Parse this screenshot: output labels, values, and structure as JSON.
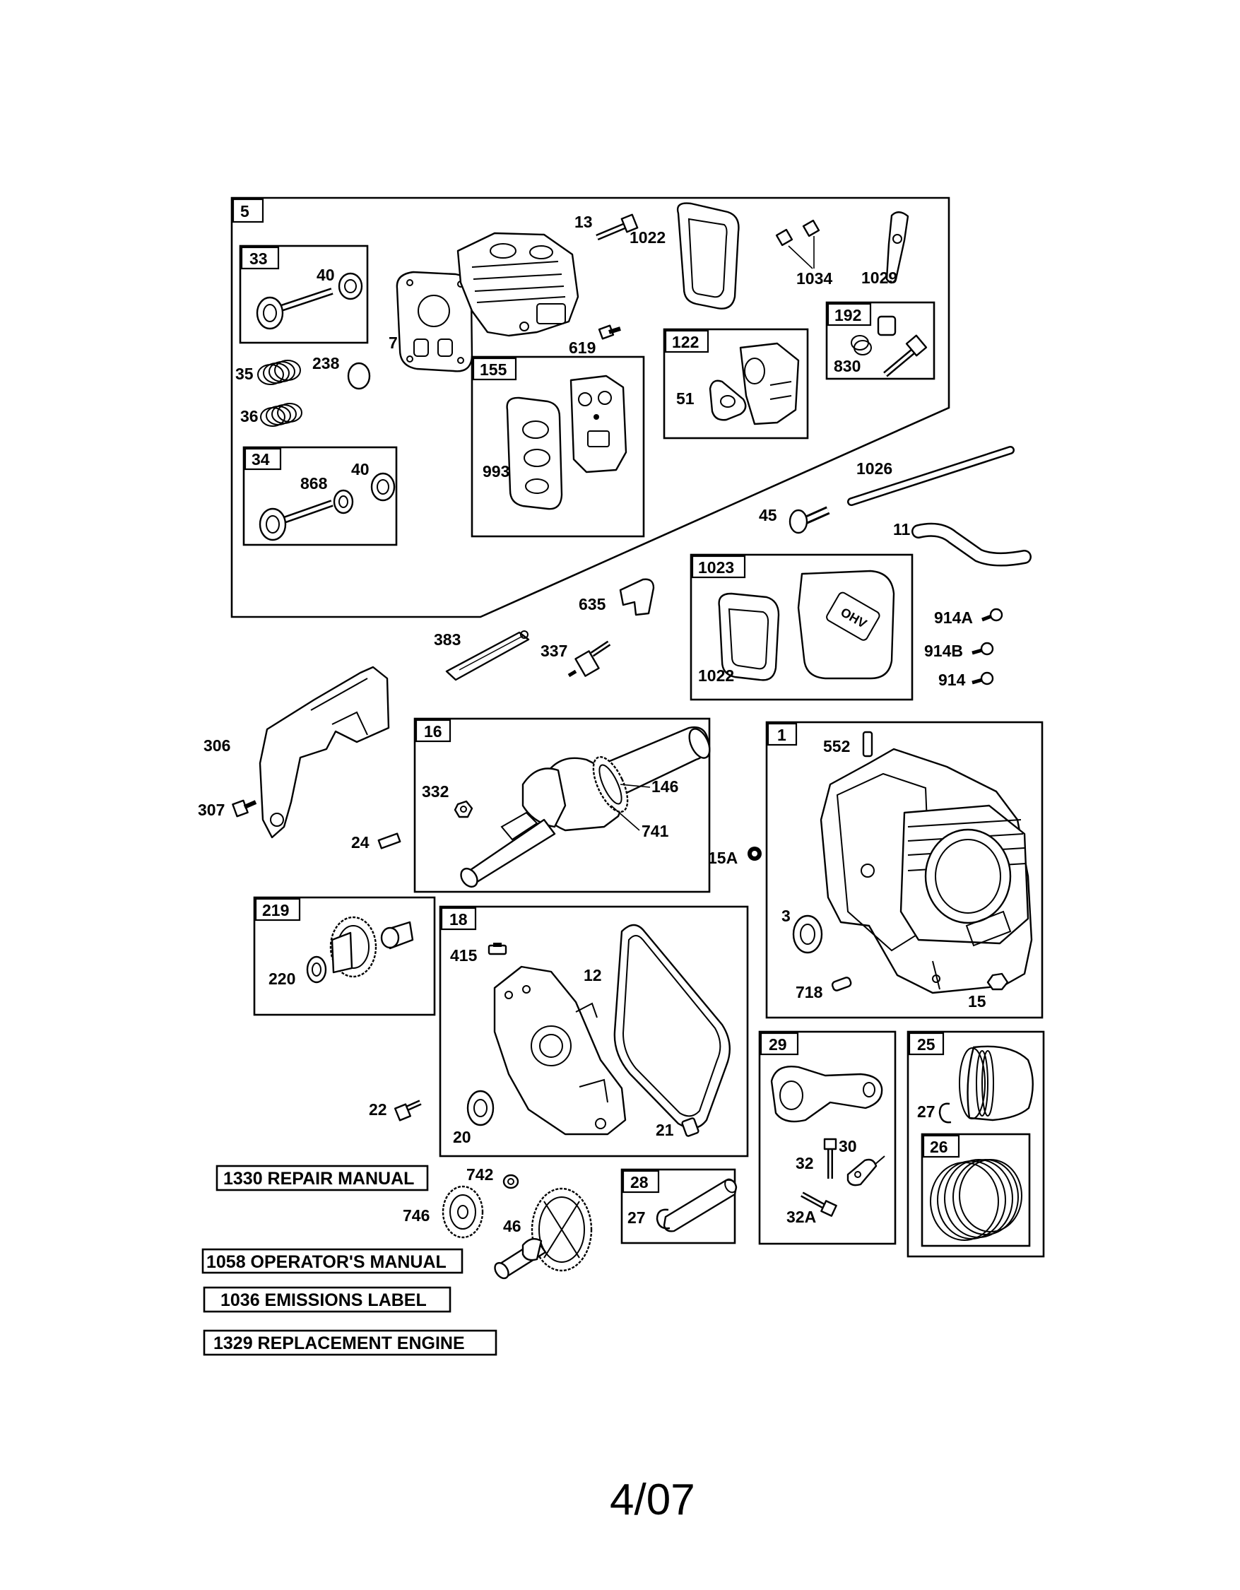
{
  "footer": {
    "code": "4/07"
  },
  "manuals": [
    {
      "id": "repair",
      "label": "1330 REPAIR MANUAL"
    },
    {
      "id": "operators",
      "label": "1058 OPERATOR'S MANUAL"
    },
    {
      "id": "emissions",
      "label": "1036 EMISSIONS LABEL"
    },
    {
      "id": "engine",
      "label": "1329 REPLACEMENT ENGINE"
    }
  ],
  "assemblies": {
    "a5": "5",
    "a33": "33",
    "a34": "34",
    "a155": "155",
    "a122": "122",
    "a192": "192",
    "a1023": "1023",
    "a16": "16",
    "a1": "1",
    "a219": "219",
    "a18": "18",
    "a29": "29",
    "a25": "25",
    "a26": "26",
    "a28": "28"
  },
  "parts": {
    "p13": "13",
    "p1022a": "1022",
    "p1034": "1034",
    "p1029": "1029",
    "p40a": "40",
    "p7": "7",
    "p619": "619",
    "p830": "830",
    "p51": "51",
    "p35": "35",
    "p238": "238",
    "p36": "36",
    "p993": "993",
    "p868": "868",
    "p40b": "40",
    "p1026": "1026",
    "p45": "45",
    "p11": "11",
    "p635": "635",
    "p383": "383",
    "p337": "337",
    "p1022b": "1022",
    "p914A": "914A",
    "p914B": "914B",
    "p914": "914",
    "p306": "306",
    "p307": "307",
    "p332": "332",
    "p146": "146",
    "p741": "741",
    "p24": "24",
    "p15A": "15A",
    "p552": "552",
    "p3": "3",
    "p718": "718",
    "p15": "15",
    "p415": "415",
    "p12": "12",
    "p220": "220",
    "p22": "22",
    "p20": "20",
    "p21": "21",
    "p27a": "27",
    "p32": "32",
    "p30": "30",
    "p32A": "32A",
    "p742": "742",
    "p746": "746",
    "p46": "46",
    "p27b": "27"
  }
}
